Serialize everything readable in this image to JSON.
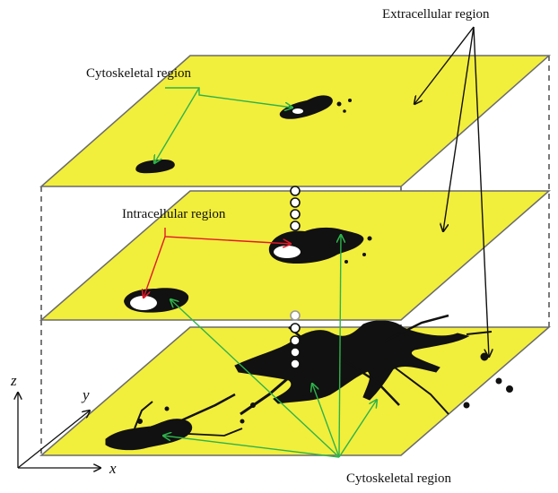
{
  "labels": {
    "extracellular": "Extracellular region",
    "cytoskeletal_top": "Cytoskeletal region",
    "intracellular": "Intracellular region",
    "cytoskeletal_bottom": "Cytoskeletal region"
  },
  "axes": {
    "x": "x",
    "y": "y",
    "z": "z"
  },
  "colors": {
    "plane_fill": "#f2ee3c",
    "plane_edge": "#6b6b6b",
    "blob": "#111111",
    "vacuole": "#ffffff",
    "arrow_extracellular": "#111111",
    "arrow_cytoskeletal": "#2db34a",
    "arrow_intracellular": "#e0192a",
    "dashed_edge": "#222222"
  }
}
